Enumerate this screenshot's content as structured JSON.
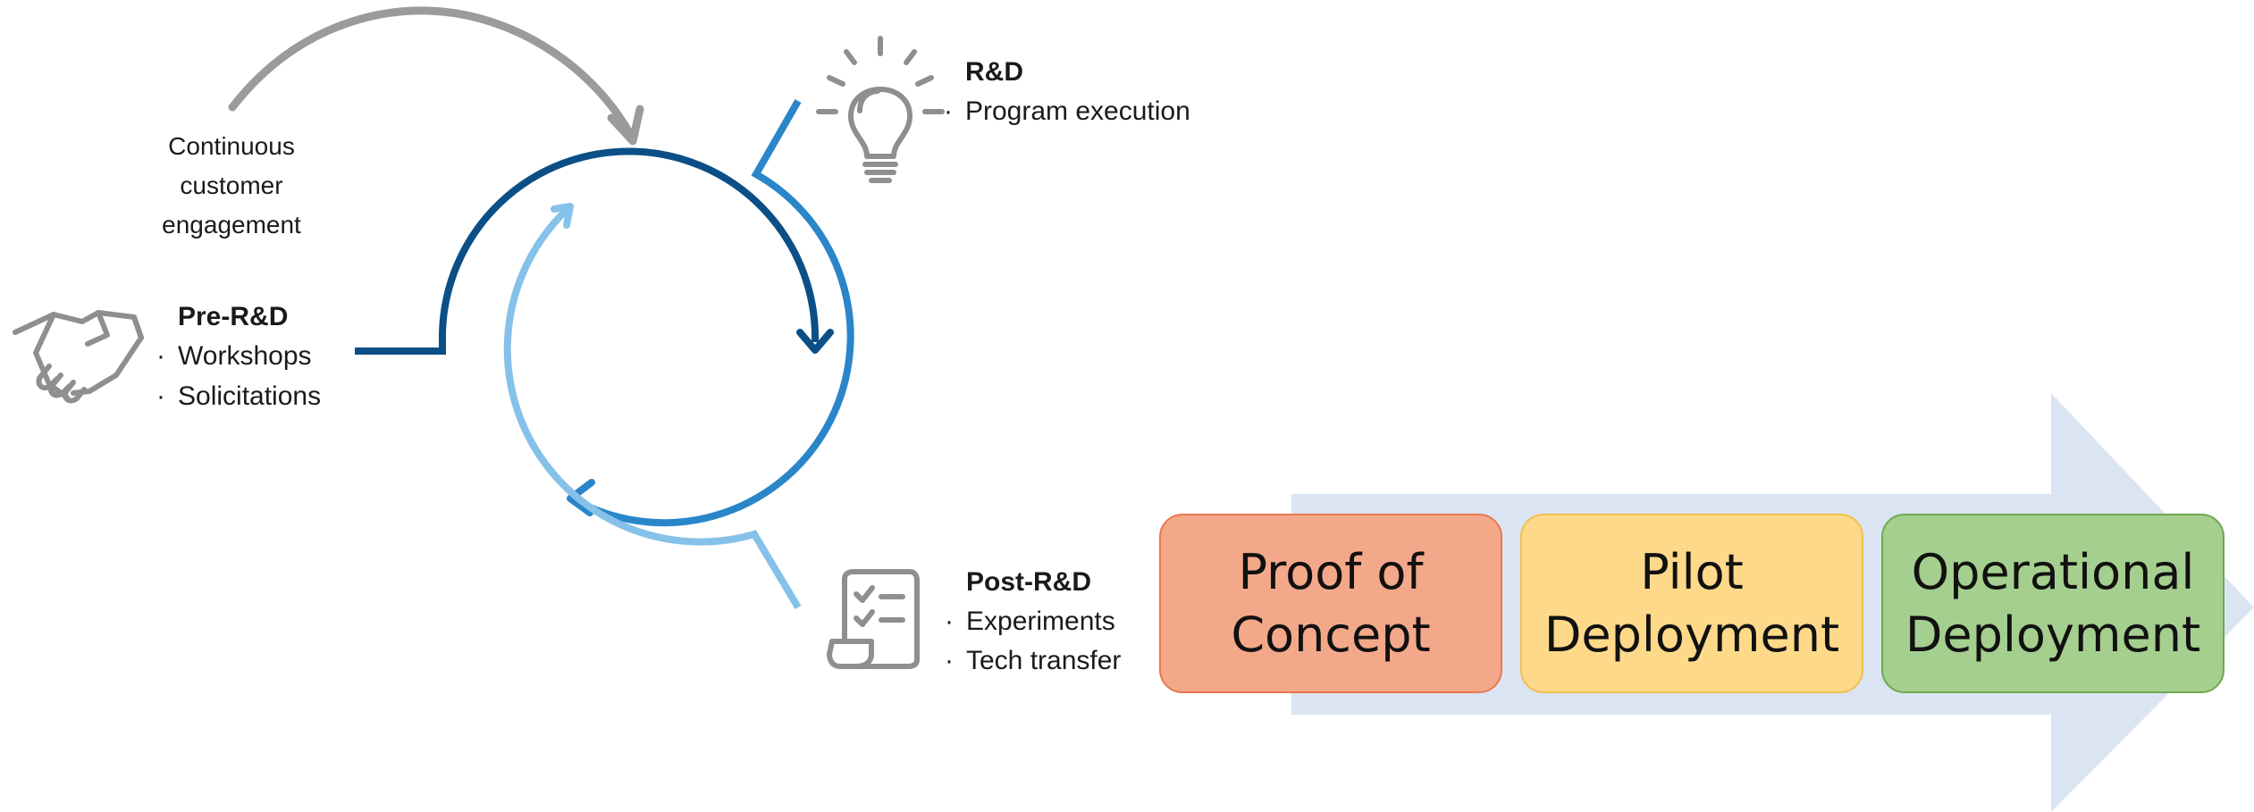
{
  "cycle": {
    "engagement_label": [
      "Continuous",
      "customer",
      "engagement"
    ],
    "pre_rd": {
      "title": "Pre-R&D",
      "items": [
        "Workshops",
        "Solicitations"
      ]
    },
    "rd": {
      "title": "R&D",
      "items": [
        "Program execution"
      ]
    },
    "post_rd": {
      "title": "Post-R&D",
      "items": [
        "Experiments",
        "Tech transfer"
      ]
    },
    "bullet": "·"
  },
  "icons": {
    "pre_rd": "handshake-icon",
    "rd": "lightbulb-icon",
    "post_rd": "checklist-document-icon"
  },
  "stages": [
    {
      "label": "Proof of\nConcept",
      "fill": "#f4a88a",
      "border": "#e8794f"
    },
    {
      "label": "Pilot\nDeployment",
      "fill": "#fed98a",
      "border": "#f2c14a"
    },
    {
      "label": "Operational\nDeployment",
      "fill": "#a5cf8e",
      "border": "#6fa94f"
    }
  ],
  "colors": {
    "dark_blue": "#0b4f86",
    "mid_blue": "#2a86c9",
    "light_blue": "#85c1e9",
    "gray": "#9b9b9b",
    "arrow_band": "#dbe4f3"
  }
}
